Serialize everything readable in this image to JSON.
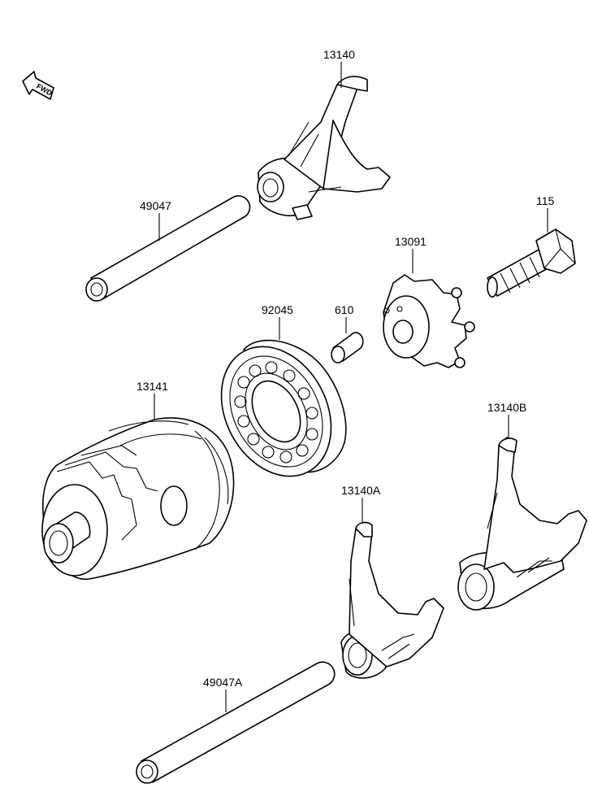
{
  "fwd": {
    "text": "FWD"
  },
  "parts": {
    "fork_13140": {
      "label": "13140"
    },
    "shaft_49047": {
      "label": "49047"
    },
    "bolt_115": {
      "label": "115"
    },
    "plate_13091": {
      "label": "13091"
    },
    "bearing_92045": {
      "label": "92045"
    },
    "pin_610": {
      "label": "610"
    },
    "drum_13141": {
      "label": "13141"
    },
    "fork_13140B": {
      "label": "13140B"
    },
    "fork_13140A": {
      "label": "13140A"
    },
    "shaft_49047A": {
      "label": "49047A"
    }
  }
}
